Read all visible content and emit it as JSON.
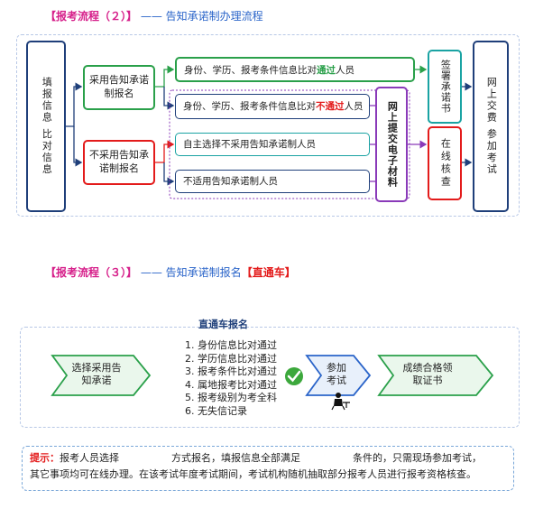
{
  "section2": {
    "bracket": "【报考流程（２）】",
    "sep": "——",
    "subtitle": "告知承诺制办理流程",
    "left_box": "填报信息 比对信息",
    "adopt_box": "采用告知承诺制报名",
    "not_adopt_box": "不采用告知承诺制报名",
    "row1_prefix": "身份、学历、报考条件信息比对",
    "row1_em": "通过",
    "row1_suffix": "人员",
    "row2_prefix": "身份、学历、报考条件信息比对",
    "row2_em": "不通过",
    "row2_suffix": "人员",
    "row3": "自主选择不采用告知承诺制人员",
    "row4": "不适用告知承诺制人员",
    "submit_box": "网上提交电子材料",
    "sign_box": "签署承诺书",
    "review_box": "在线核查",
    "final_box": "网上交费 参加考试",
    "colors": {
      "blue": "#1f3f7a",
      "green": "#2aa04a",
      "red": "#e31b1b",
      "purple": "#8a3ab9",
      "teal": "#1aa3a3"
    }
  },
  "section3": {
    "bracket": "【报考流程（３）】",
    "sep": "——",
    "subtitle": "告知承诺制报名",
    "subtitle_em": "【直通车】",
    "center_title": "直通车报名",
    "chevron1": "选择采用告知承诺",
    "conditions": [
      "1. 身份信息比对通过",
      "2. 学历信息比对通过",
      "3. 报考条件比对通过",
      "4. 属地报考比对通过",
      "5. 报考级别为考全科",
      "6. 无失信记录"
    ],
    "chevron2": "参加考试",
    "chevron3": "成绩合格领取证书",
    "icons": [
      "check-icon",
      "test-taker-icon"
    ]
  },
  "tip": {
    "label": "提示：",
    "text1": "报考人员选择",
    "text2": "方式报名，填报信息全部满足",
    "text3": "条件的，只需现场参加考试，",
    "line2": "其它事项均可在线办理。在该考试年度考试期间，考试机构随机抽取部分报考人员进行报考资格核查。"
  }
}
